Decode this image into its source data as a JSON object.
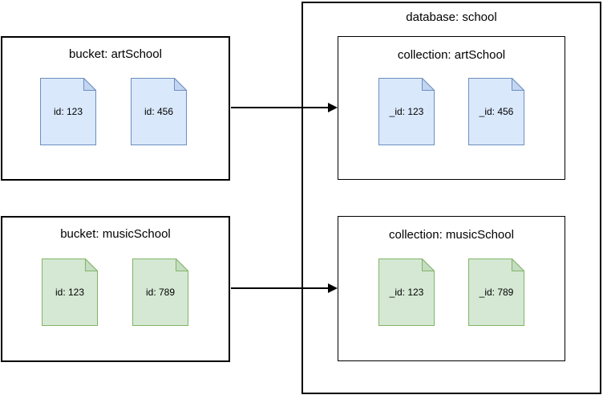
{
  "colors": {
    "blue_fill": "#dae8fc",
    "blue_stroke": "#6c8ebf",
    "blue_fold": "#c2d6f2",
    "green_fill": "#d5e8d4",
    "green_stroke": "#82b366",
    "green_fold": "#c4ddc2",
    "line": "#000000"
  },
  "buckets": [
    {
      "title": "bucket: artSchool",
      "docs": [
        "id: 123",
        "id: 456"
      ]
    },
    {
      "title": "bucket: musicSchool",
      "docs": [
        "id: 123",
        "id: 789"
      ]
    }
  ],
  "database": {
    "title": "database: school",
    "collections": [
      {
        "title": "collection: artSchool",
        "docs": [
          "_id: 123",
          "_id: 456"
        ]
      },
      {
        "title": "collection: musicSchool",
        "docs": [
          "_id: 123",
          "_id: 789"
        ]
      }
    ]
  }
}
